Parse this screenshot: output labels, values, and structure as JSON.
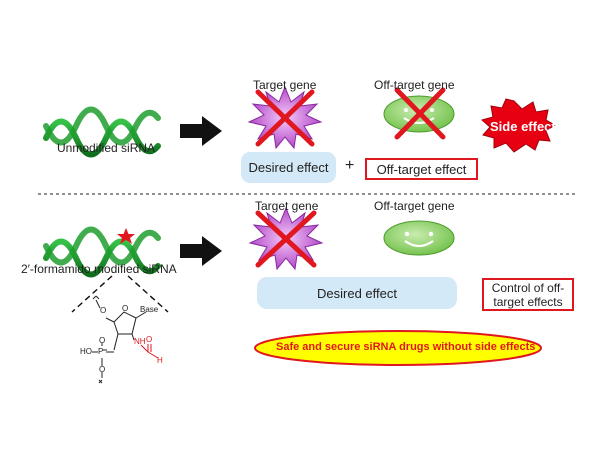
{
  "top": {
    "target_label": "Target gene",
    "offtarget_label": "Off-target gene",
    "sirna_caption": "Unmodified siRNA",
    "side_effects": "Side effects",
    "desired": "Desired effect",
    "plus": "+",
    "offtarget_effect": "Off-target effect"
  },
  "bottom": {
    "target_label": "Target gene",
    "offtarget_label": "Off-target gene",
    "sirna_caption": "2′-formamido modified siRNA",
    "desired": "Desired effect",
    "control_line1": "Control of off-",
    "control_line2": "target effects",
    "safe": "Safe and secure siRNA drugs without side effects"
  },
  "structure": {
    "base": "Base",
    "nh": "NH",
    "o_carbonyl": "O",
    "h": "H",
    "ring_o": "O",
    "o_top": "O",
    "ho": "HO",
    "p": "P",
    "eq_o": "O",
    "o_bottom": "O"
  },
  "colors": {
    "helix": "#1e9e2e",
    "helix_dark": "#0f6e1c",
    "arrow": "#111111",
    "burst": "#b34cc8",
    "burst_light": "#e89ff2",
    "cross": "#e0171f",
    "oval": "#7fcc56",
    "pill": "#d3e9f7",
    "highlight": "#ffff00"
  }
}
